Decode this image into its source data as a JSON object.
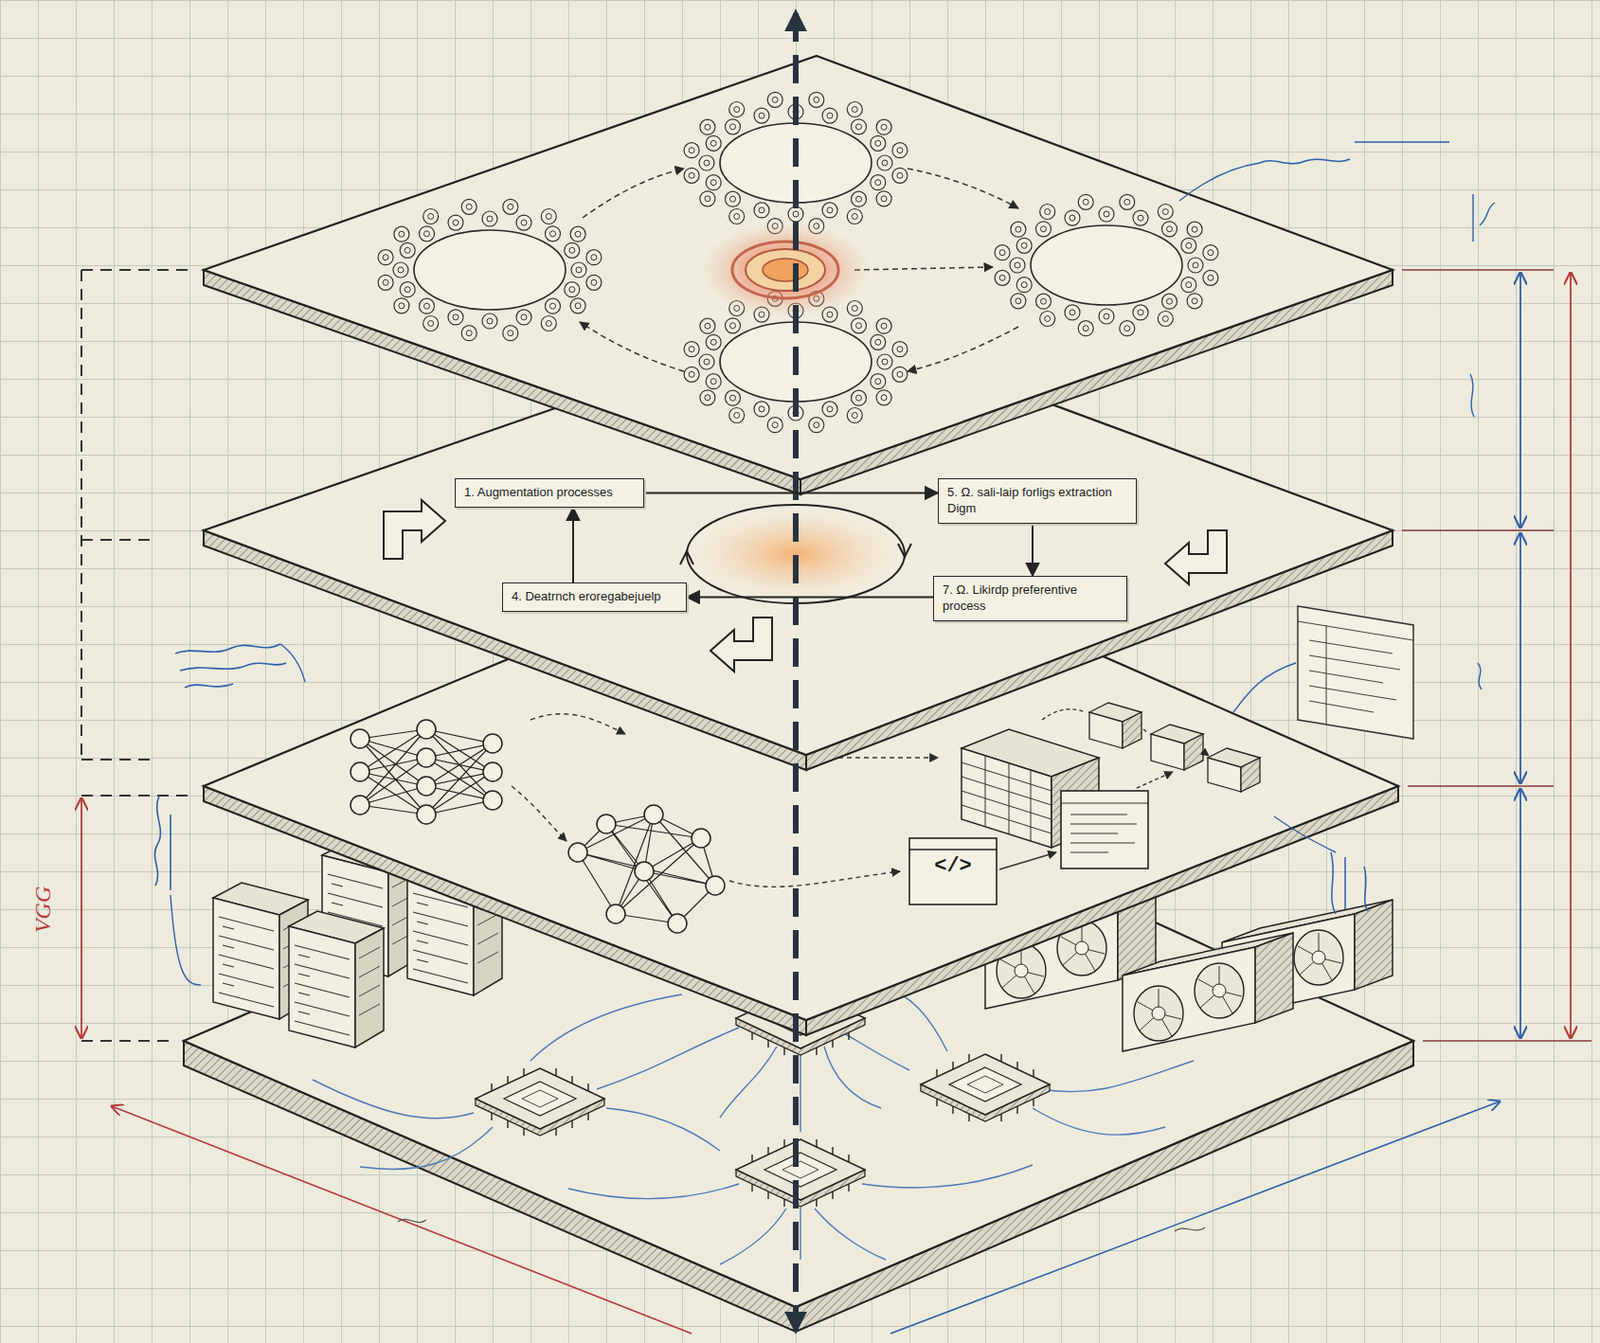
{
  "diagram": {
    "nodes": [
      {
        "text": [
          "1. Augmentation processes"
        ]
      },
      {
        "text": [
          "5. Ω. sali-laip forligs extraction Digm"
        ]
      },
      {
        "text": [
          "4. Deatrnch eroregabejuelp"
        ]
      },
      {
        "text": [
          "7. Ω. Likirdp preferentive process"
        ]
      }
    ],
    "edges": [
      {
        "from": 0,
        "to": 1,
        "arrow": "to"
      },
      {
        "from": 1,
        "to": 3,
        "arrow": "to"
      },
      {
        "from": 3,
        "to": 2,
        "arrow": "to"
      },
      {
        "from": 2,
        "to": 0,
        "arrow": "to"
      }
    ],
    "labels": [
      "</>",
      "VGG"
    ]
  }
}
